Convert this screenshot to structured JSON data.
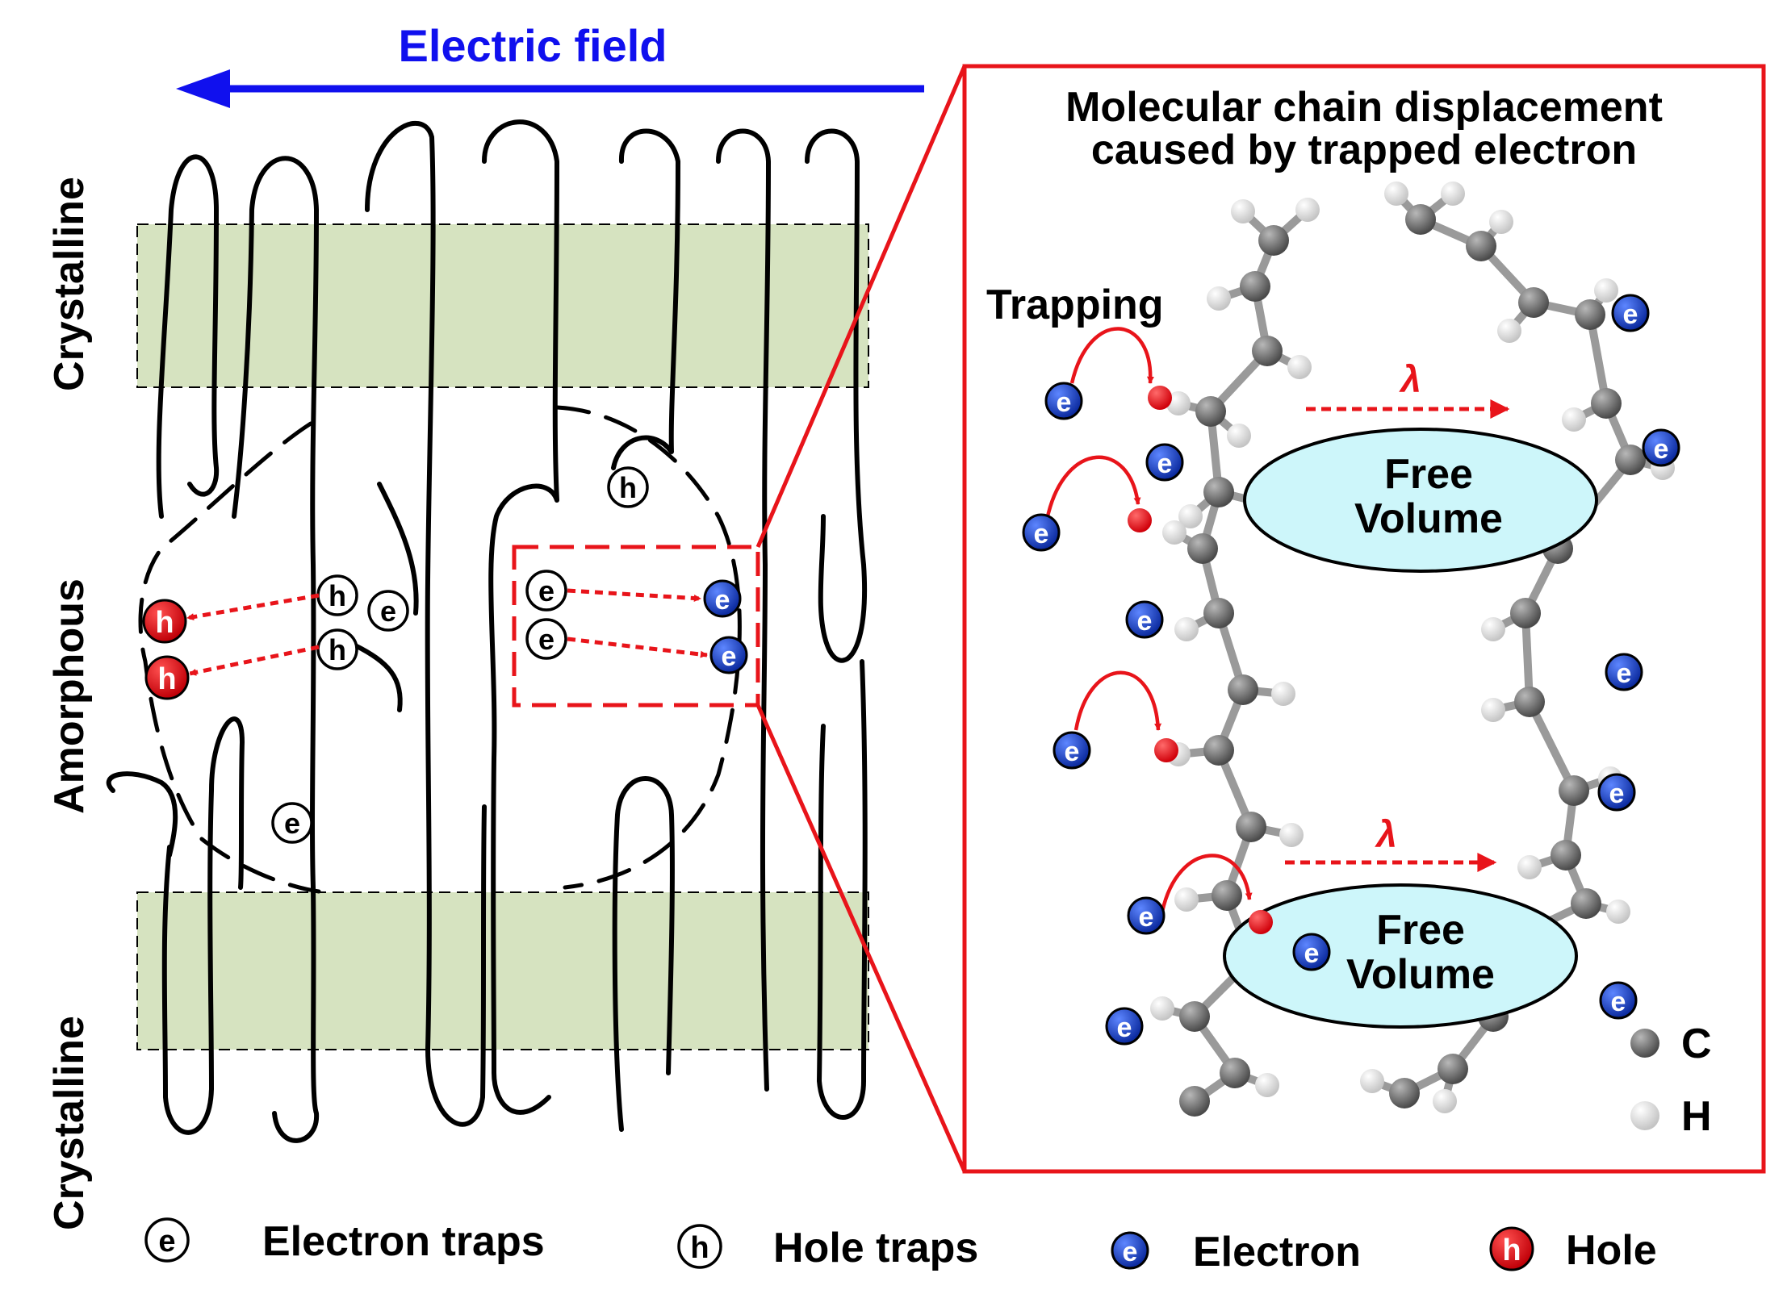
{
  "electric_field": {
    "label": "Electric field",
    "color": "#1010ee"
  },
  "region_labels": {
    "crystalline_top": "Crystalline",
    "amorphous": "Amorphous",
    "crystalline_bottom": "Crystalline"
  },
  "zoom_panel": {
    "title_line1": "Molecular chain displacement",
    "title_line2": "caused by trapped electron",
    "trapping_label": "Trapping",
    "lambda_symbol": "λ",
    "free_volume_top_line1": "Free",
    "free_volume_top_line2": "Volume",
    "free_volume_bottom_line1": "Free",
    "free_volume_bottom_line2": "Volume",
    "atom_legend": {
      "carbon": "C",
      "hydrogen": "H"
    }
  },
  "glyphs": {
    "electron": "e",
    "hole": "h"
  },
  "legend": {
    "electron_traps": "Electron traps",
    "hole_traps": "Hole traps",
    "electron": "Electron",
    "hole": "Hole"
  },
  "colors": {
    "crystalline_fill": "#d6e3c0",
    "highlight_red": "#e8141a",
    "electron_blue": "#1a3fc4",
    "free_volume_fill": "#cdf6fa",
    "carbon_gray": "#6f6f6f",
    "hydrogen_gray": "#e6e6e6"
  }
}
